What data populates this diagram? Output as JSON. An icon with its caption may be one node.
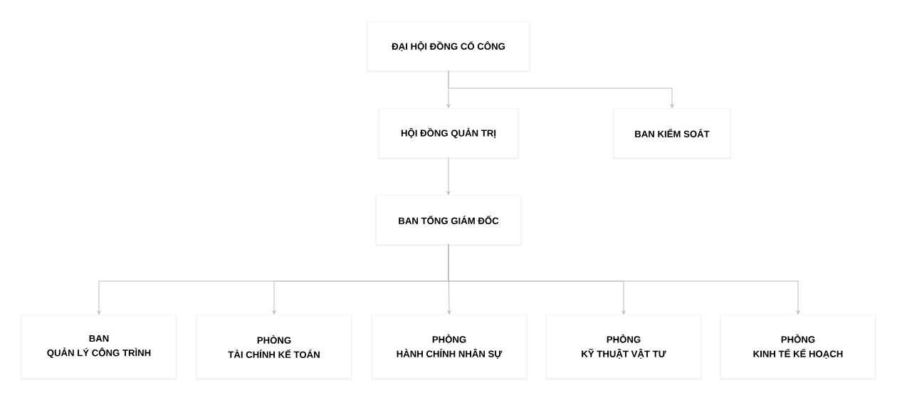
{
  "diagram": {
    "nodes": [
      {
        "text": [
          "ĐẠI HỘI ĐỒNG CỔ CÔNG"
        ]
      },
      {
        "text": [
          "HỘI ĐỒNG QUẢN TRỊ"
        ]
      },
      {
        "text": [
          "BAN KIỂM SOÁT"
        ]
      },
      {
        "text": [
          "BAN TỔNG GIÁM ĐỐC"
        ]
      },
      {
        "text": [
          "BAN",
          "QUẢN LÝ CÔNG TRÌNH"
        ]
      },
      {
        "text": [
          "PHÒNG",
          "TÀI CHÍNH KẾ TOÁN"
        ]
      },
      {
        "text": [
          "PHÒNG",
          "HÀNH CHÍNH NHÂN SỰ"
        ]
      },
      {
        "text": [
          "PHÒNG",
          "KỸ THUẬT VẬT TƯ"
        ]
      },
      {
        "text": [
          "PHÒNG",
          "KINH TẾ KẾ HOẠCH"
        ]
      }
    ],
    "edges": [
      {
        "from": 0,
        "to": 1,
        "arrow": "to"
      },
      {
        "from": 0,
        "to": 2,
        "arrow": "to"
      },
      {
        "from": 1,
        "to": 3,
        "arrow": "to"
      },
      {
        "from": 3,
        "to": 4,
        "arrow": "to"
      },
      {
        "from": 3,
        "to": 5,
        "arrow": "to"
      },
      {
        "from": 3,
        "to": 6,
        "arrow": "to"
      },
      {
        "from": 3,
        "to": 7,
        "arrow": "to"
      },
      {
        "from": 3,
        "to": 8,
        "arrow": "to"
      }
    ]
  }
}
